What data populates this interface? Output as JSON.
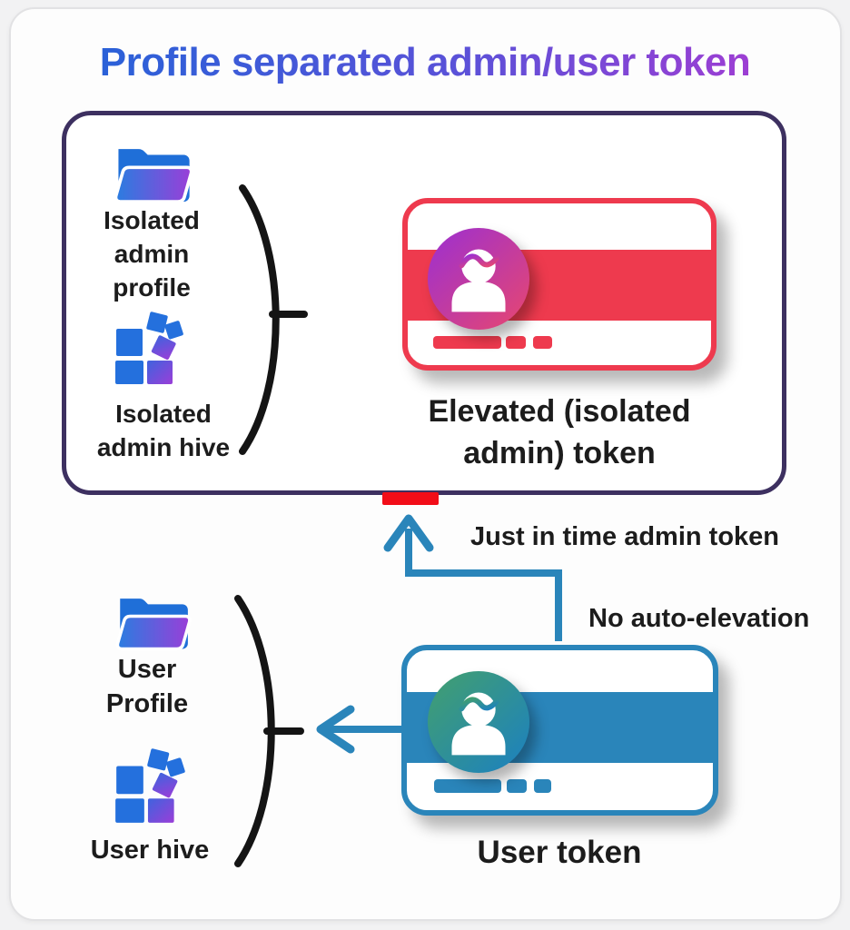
{
  "title": "Profile separated admin/user token",
  "admin_section": {
    "profile_label": "Isolated\nadmin\nprofile",
    "hive_label": "Isolated\nadmin hive",
    "token_label": "Elevated (isolated\nadmin) token"
  },
  "user_section": {
    "profile_label": "User\nProfile",
    "hive_label": "User hive",
    "token_label": "User token"
  },
  "annotations": {
    "jit_label": "Just in time admin token",
    "no_auto_label": "No auto-elevation"
  },
  "icons": {
    "folder": "open-folder-icon",
    "hive": "registry-hive-blocks-icon",
    "admin_avatar": "admin-person-avatar-icon",
    "user_avatar": "user-person-avatar-icon",
    "up_arrow": "elbow-arrow-up",
    "left_arrow": "arrow-left",
    "brace": "grouping-brace"
  },
  "colors": {
    "title_grad_start": "#2264d8",
    "title_grad_mid": "#5b51d8",
    "title_grad_end": "#ab3ad2",
    "admin_box_border": "#3d3060",
    "admin_red": "#ee3a4e",
    "alert_red": "#f20d18",
    "arrow_blue": "#2a85ba",
    "brace_black": "#141414",
    "label_black": "#1c1c1c",
    "icon_blue": "#2470dd",
    "icon_purple": "#9a3ed8",
    "admin_avatar_start": "#9b2fd2",
    "admin_avatar_end": "#e8476f",
    "user_avatar_start": "#43a06d",
    "user_avatar_end": "#1b80c2"
  }
}
